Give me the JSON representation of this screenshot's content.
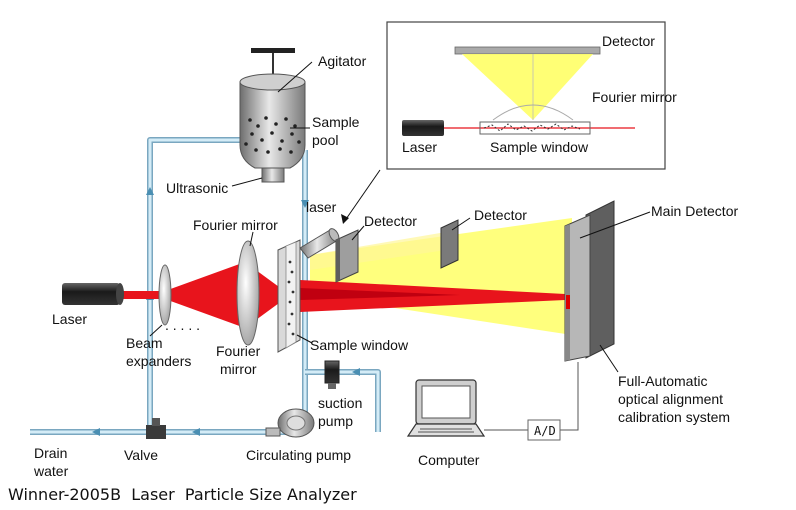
{
  "labels": {
    "agitator": "Agitator",
    "sample_pool_1": "Sample",
    "sample_pool_2": "pool",
    "ultrasonic": "Ultrasonic",
    "laser_small": "laser",
    "fourier_mirror_top": "Fourier mirror",
    "detector_1": "Detector",
    "detector_2": "Detector",
    "main_detector": "Main Detector",
    "laser_source": "Laser",
    "beam_expanders_1": "Beam",
    "beam_expanders_2": "expanders",
    "fourier_mirror_lower_1": "Fourier",
    "fourier_mirror_lower_2": "mirror",
    "sample_window": "Sample window",
    "suction_pump_1": "suction",
    "suction_pump_2": "pump",
    "drain_water_1": "Drain",
    "drain_water_2": "water",
    "valve": "Valve",
    "circulating_pump": "Circulating pump",
    "computer": "Computer",
    "ad_converter": "A/D",
    "calibration_1": "Full-Automatic",
    "calibration_2": "optical alignment",
    "calibration_3": "calibration system"
  },
  "inset": {
    "detector": "Detector",
    "fourier_mirror": "Fourier mirror",
    "laser": "Laser",
    "sample_window": "Sample window"
  },
  "caption": "Winner-2005B  Laser  Particle Size Analyzer",
  "colors": {
    "laser_red": "#e8141c",
    "light_yellow": "#ffff66",
    "pipe_blue": "#a9cfe3",
    "metal_gray": "#9a9a9a",
    "dark_gray": "#2b2b2b"
  }
}
